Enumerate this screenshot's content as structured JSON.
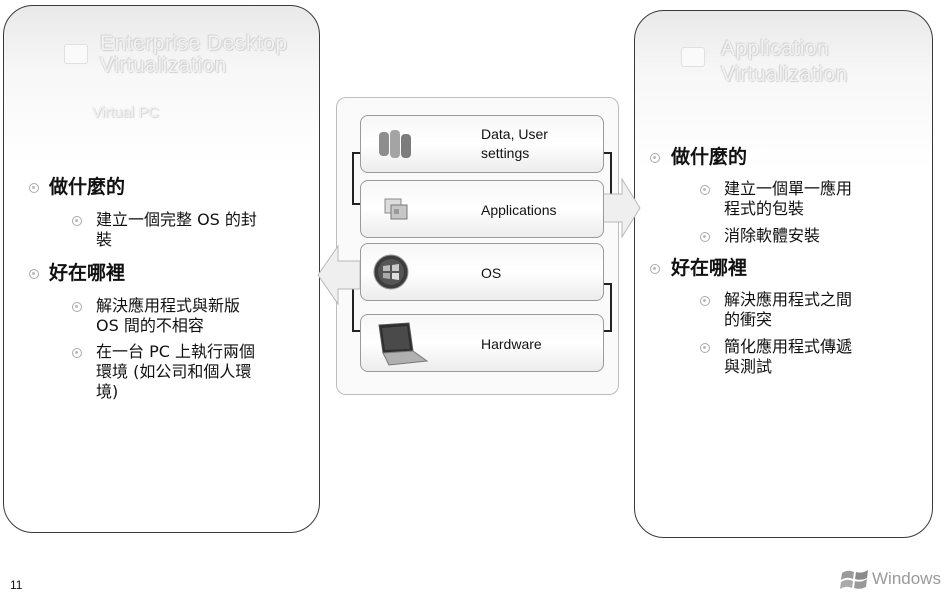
{
  "left_panel": {
    "product_title": "Enterprise Desktop Virtualization",
    "product_title_line1": "Enterprise Desktop",
    "product_title_line2": "Virtualization",
    "product_sub": "Virtual PC",
    "heading_what": "做什麼的",
    "what_items": [
      "建立一個完整 OS 的封裝"
    ],
    "what_item1_line1": "建立一個完整 OS 的封",
    "what_item1_line2": "裝",
    "heading_where": "好在哪裡",
    "where_item1_line1": "解決應用程式與新版",
    "where_item1_line2": "OS 間的不相容",
    "where_item2_line1": "在一台 PC 上執行兩個",
    "where_item2_line2": "環境 (如公司和個人環",
    "where_item2_line3": "境)"
  },
  "right_panel": {
    "product_title_line1": "Application",
    "product_title_line2": "Virtualization",
    "heading_what": "做什麼的",
    "what_item1_line1": "建立一個單一應用",
    "what_item1_line2": "程式的包裝",
    "what_item2": "消除軟體安裝",
    "heading_where": "好在哪裡",
    "where_item1_line1": "解決應用程式之間",
    "where_item1_line2": "的衝突",
    "where_item2_line1": "簡化應用程式傳遞",
    "where_item2_line2": "與測試"
  },
  "stack": {
    "layer_data_line1": "Data, User",
    "layer_data_line2": "settings",
    "layer_apps": "Applications",
    "layer_os": "OS",
    "layer_hw": "Hardware"
  },
  "footer": {
    "page_number": "11",
    "brand": "Windows"
  }
}
